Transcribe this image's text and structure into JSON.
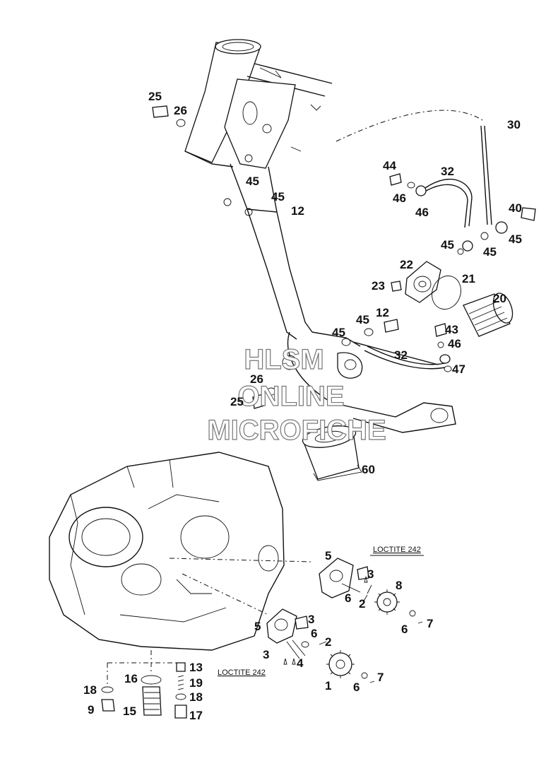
{
  "watermark": {
    "line1": "HLSM",
    "line2": "ONLINE",
    "line3": "MICROFICHE"
  },
  "notes": {
    "loctite_upper": "LOCTITE 242",
    "loctite_lower": "LOCTITE 242"
  },
  "callouts": [
    "25",
    "26",
    "45",
    "45",
    "12",
    "30",
    "44",
    "32",
    "46",
    "46",
    "40",
    "45",
    "45",
    "45",
    "22",
    "21",
    "23",
    "20",
    "12",
    "43",
    "45",
    "45",
    "46",
    "32",
    "47",
    "26",
    "25",
    "60",
    "5",
    "3",
    "8",
    "6",
    "2",
    "6",
    "7",
    "5",
    "3",
    "3",
    "6",
    "2",
    "4",
    "1",
    "6",
    "7",
    "13",
    "16",
    "19",
    "18",
    "18",
    "9",
    "15",
    "17"
  ]
}
